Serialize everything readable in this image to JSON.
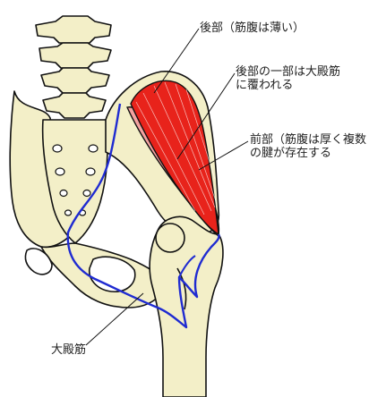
{
  "labels": {
    "posterior": [
      "後部（筋腹は薄い）"
    ],
    "covered": [
      "後部の一部は大殿筋",
      "に覆われる"
    ],
    "anterior": [
      "前部（筋腹は厚く複数",
      "の腱が存在する"
    ],
    "gluteus_maximus": [
      "大殿筋"
    ]
  },
  "colors": {
    "bone_fill": "#f3efc8",
    "outline": "#111111",
    "muscle_posterior": "#e8231b",
    "muscle_anterior": "#f4a2a0",
    "gluteus_line": "#1f2bd1"
  }
}
